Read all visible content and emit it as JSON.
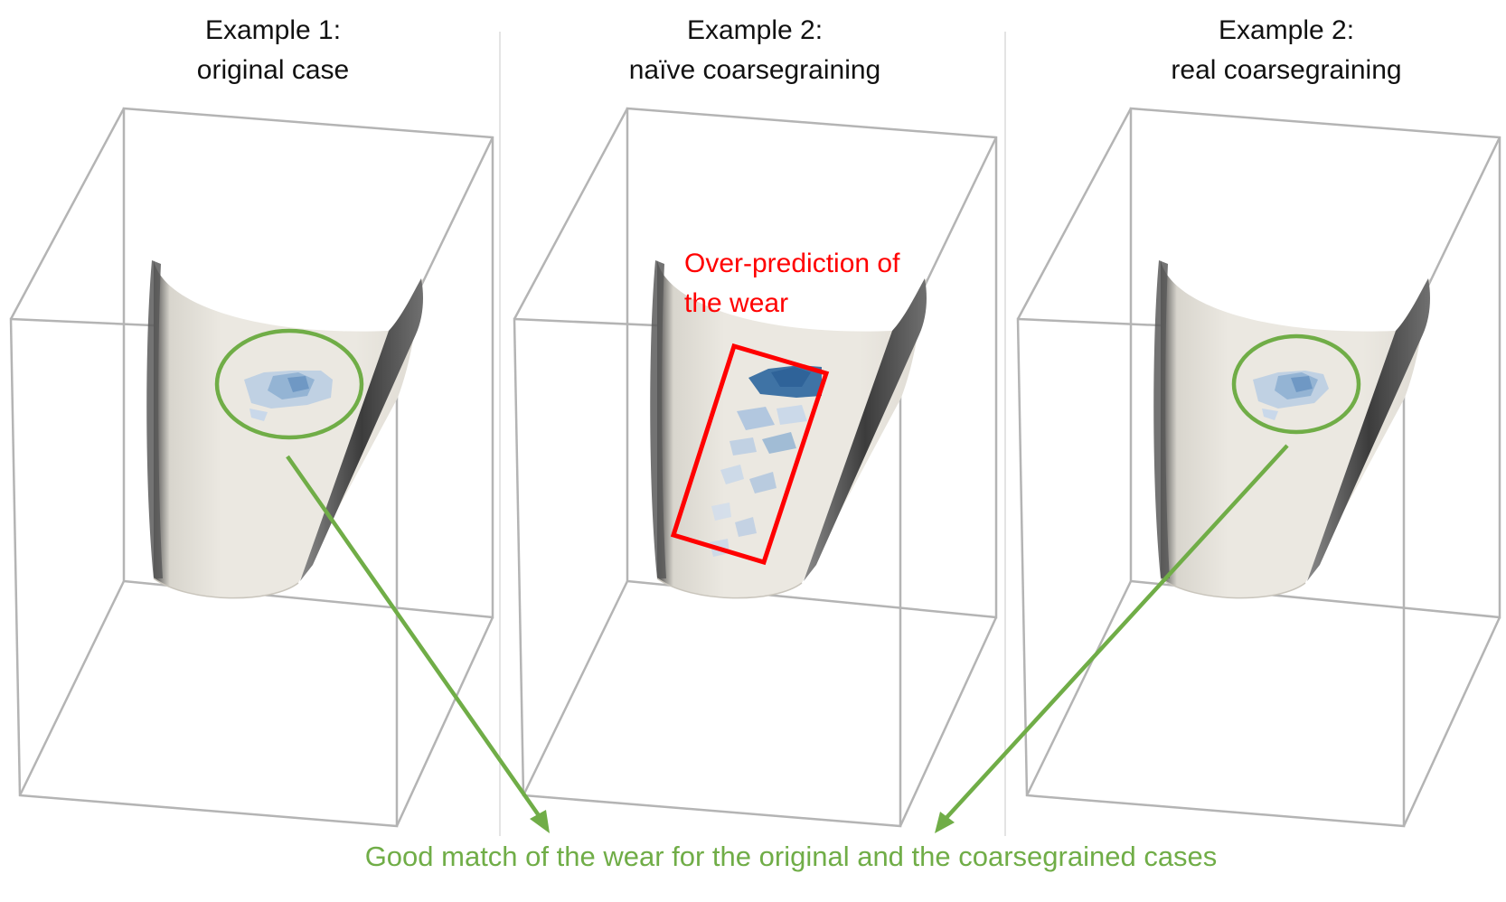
{
  "panels": [
    {
      "title_line1": "Example 1:",
      "title_line2": "original case"
    },
    {
      "title_line1": "Example 2:",
      "title_line2": "naïve coarsegraining"
    },
    {
      "title_line1": "Example 2:",
      "title_line2": "real coarsegraining"
    }
  ],
  "annotations": {
    "over_prediction_line1": "Over-prediction of",
    "over_prediction_line2": "the wear",
    "good_match": "Good match of the wear for the original and the coarsegrained cases"
  },
  "colors": {
    "green": "#70ad47",
    "red": "#ff0000",
    "box_edge": "#b4b4b4",
    "surface": "#ece9e2",
    "surface_shadow": "#5d5d5d",
    "wear_light": "#b9cde3",
    "wear_dark": "#3f73a5",
    "divider": "#dcdcdc"
  }
}
